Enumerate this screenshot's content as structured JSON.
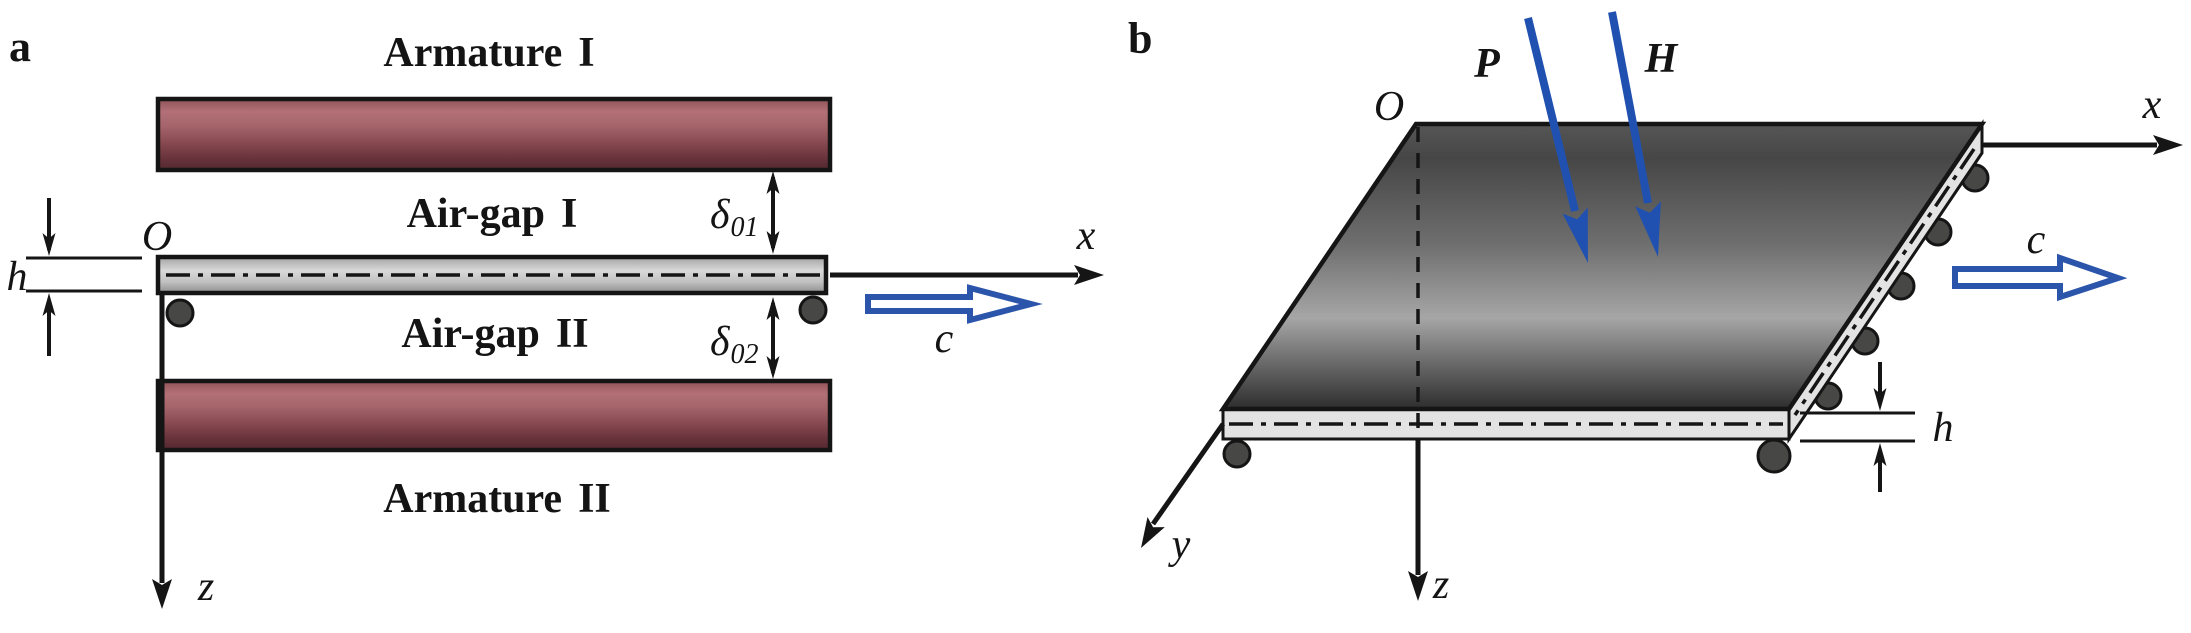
{
  "colors": {
    "arrow_blue": "#2151b0",
    "hollow_arrow_blue": "#2b55ab",
    "armature_red_mid": "#a4646a",
    "plate_gray": "#cfcfcf",
    "side_face_gray": "#e3e3e3",
    "top_face_dark": "#474747",
    "roller_gray": "#474745",
    "line_black": "#151515"
  },
  "panel_a": {
    "label": "a",
    "armature_top": {
      "word": "Armature",
      "numeral": "I"
    },
    "air_gap_top": {
      "word": "Air-gap",
      "numeral": "I"
    },
    "air_gap_bottom": {
      "word": "Air-gap",
      "numeral": "II"
    },
    "armature_bottom": {
      "word": "Armature",
      "numeral": "II"
    },
    "origin_label": "O",
    "thickness_label": "h",
    "gap_top": {
      "symbol": "δ",
      "subscript": "01"
    },
    "gap_bottom": {
      "symbol": "δ",
      "subscript": "02"
    },
    "x_axis_label": "x",
    "z_axis_label": "z",
    "velocity_label": "c"
  },
  "panel_b": {
    "label": "b",
    "origin_label": "O",
    "load_p_label": "P",
    "load_h_label": "H",
    "x_axis_label": "x",
    "y_axis_label": "y",
    "z_axis_label": "z",
    "velocity_label": "c",
    "thickness_label": "h"
  }
}
